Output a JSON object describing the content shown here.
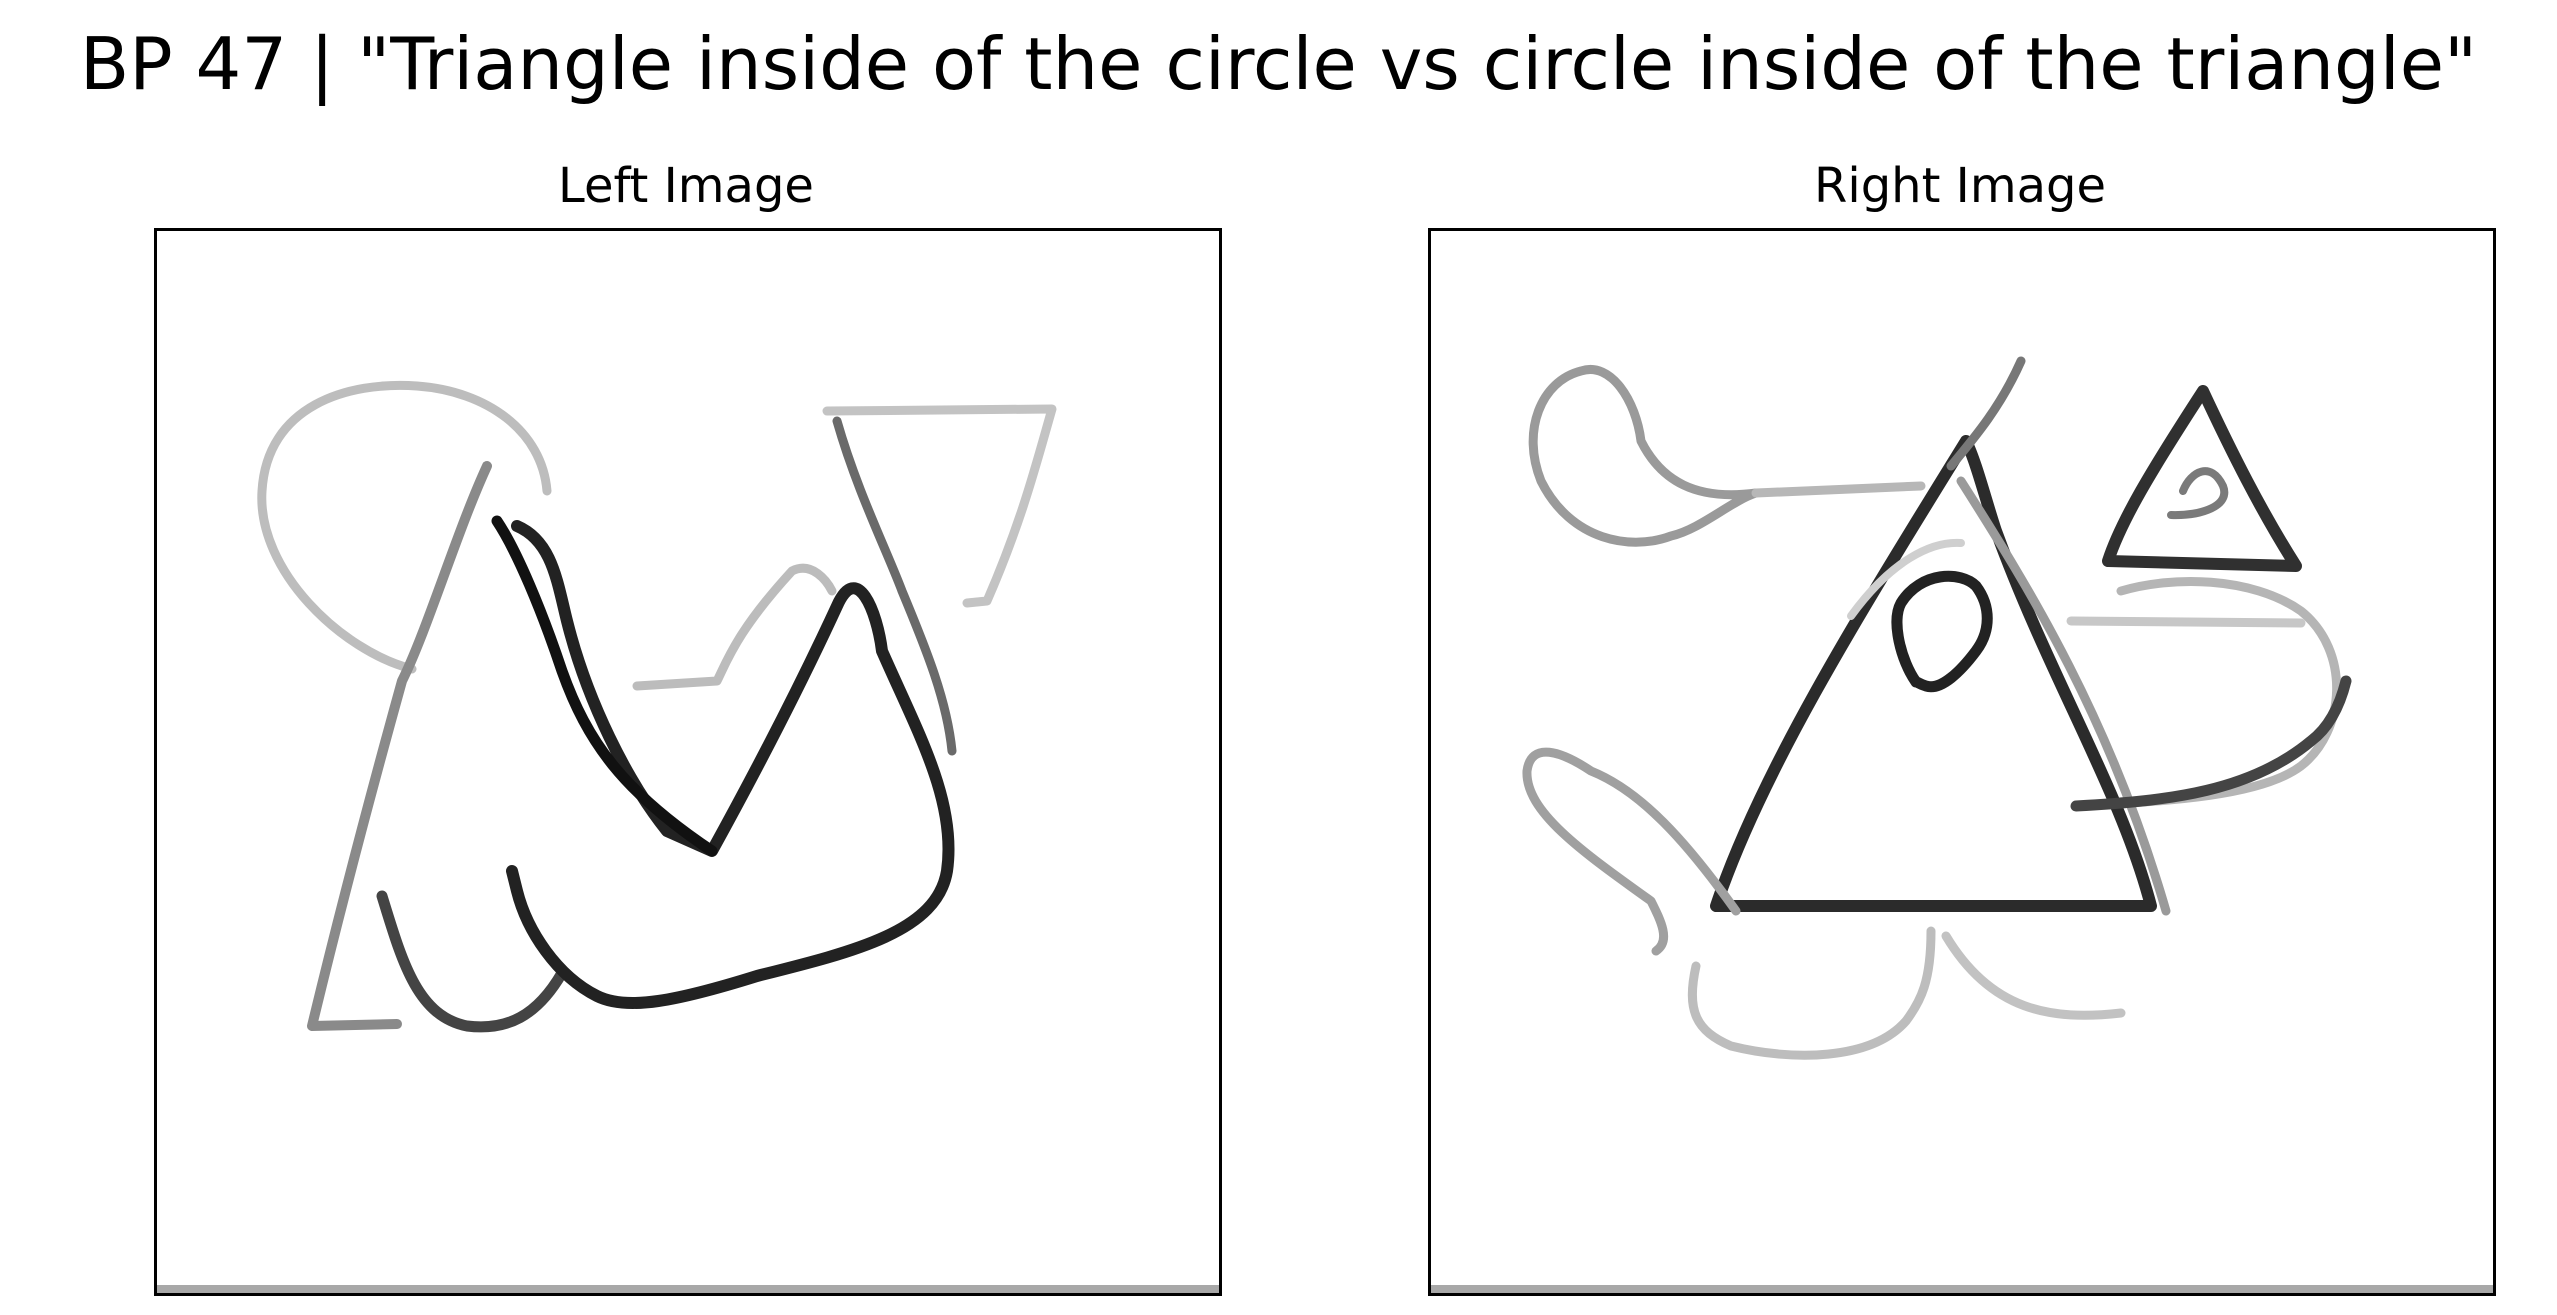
{
  "figure": {
    "title": "BP 47 | \"Triangle inside of the circle vs circle inside of the triangle\""
  },
  "panels": {
    "left": {
      "title": "Left Image"
    },
    "right": {
      "title": "Right Image"
    }
  }
}
